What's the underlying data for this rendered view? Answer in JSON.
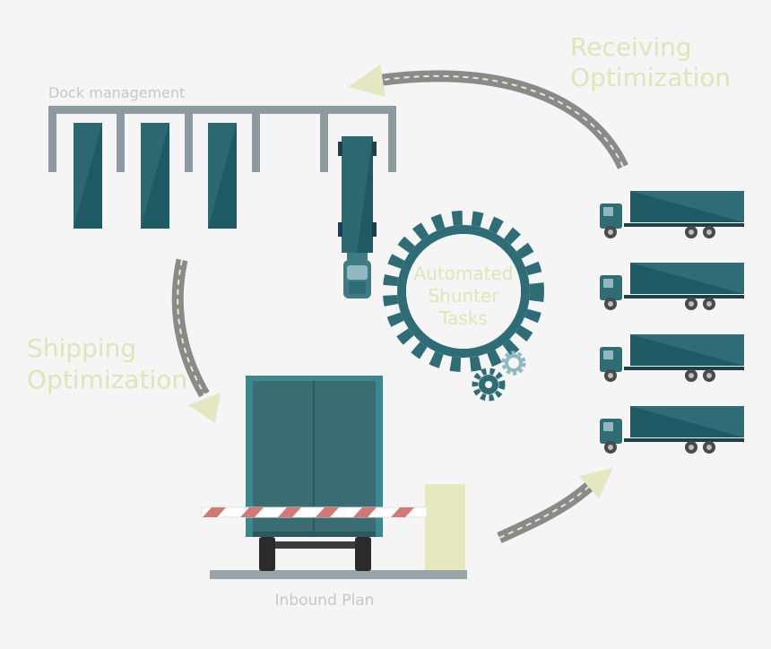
{
  "labels": {
    "dock_management": "Dock management",
    "receiving_optimization": [
      "Receiving",
      "Optimization"
    ],
    "shipping_optimization": [
      "Shipping",
      "Optimization"
    ],
    "automated_shunter_tasks": [
      "Automated",
      "Shunter",
      "Tasks"
    ],
    "inbound_plan": "Inbound Plan"
  },
  "colors": {
    "background": "#f5f5f6",
    "teal_dark": "#1d5a63",
    "teal": "#2f6d76",
    "teal_mid": "#3e7c84",
    "teal_light": "#8eb9c0",
    "dock_frame": "#8d9ba1",
    "road": "#8a8a8a",
    "road_dash": "#e8eac8",
    "arrow_head": "#e4e7c2",
    "label_green": "#dfe5b7",
    "label_grey": "#c4c7c9",
    "barrier_red": "#d47876",
    "gate_post": "#e6e9c0",
    "ground": "#9aa3a6"
  },
  "icons": [
    "gear-icon",
    "small-gear-icon",
    "truck-icon",
    "road-arrow-icon"
  ]
}
